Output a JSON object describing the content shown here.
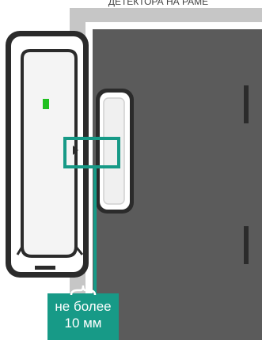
{
  "title_fragment": "ДЕТЕКТОРА НА РАМЕ",
  "caption": {
    "line1": "не более",
    "line2": "10 мм"
  },
  "colors": {
    "wall": "#c6c6c6",
    "door_frame": "#ffffff",
    "door": "#5b5b5b",
    "outline": "#2b2b2b",
    "accent": "#179a87",
    "led": "#20c020"
  },
  "icons": {
    "led": "green-led-indicator",
    "marker": "triangle-right-marker"
  }
}
